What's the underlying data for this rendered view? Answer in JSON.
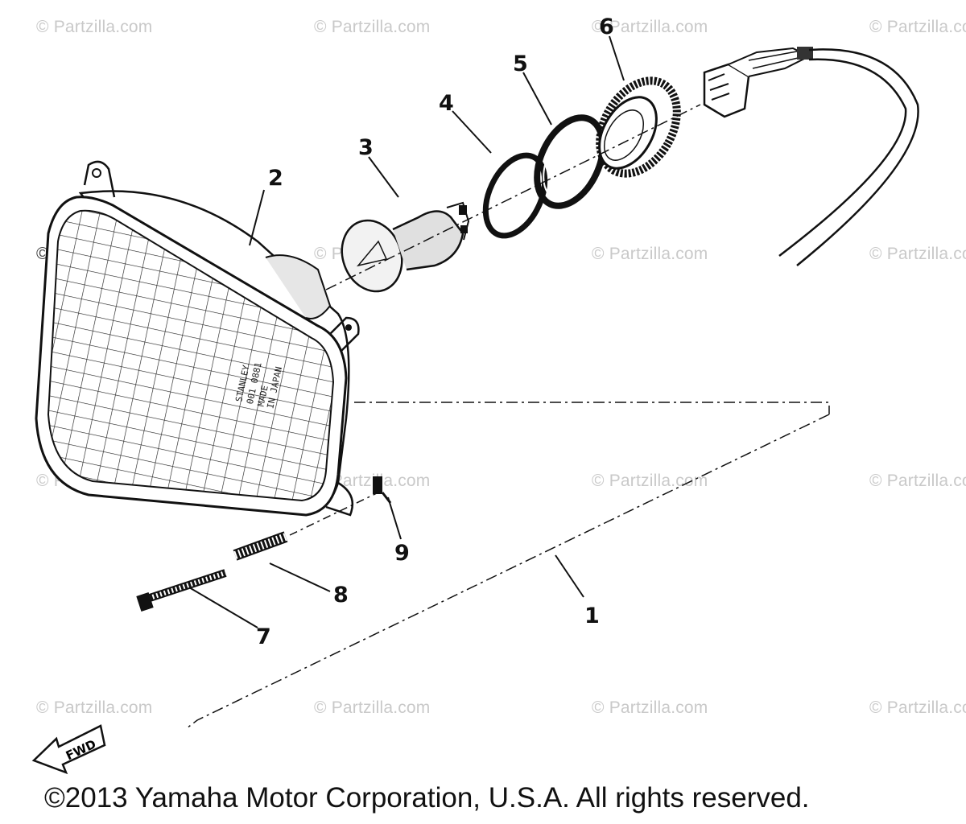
{
  "watermark": "© Partzilla.com",
  "callouts": [
    "1",
    "2",
    "3",
    "4",
    "5",
    "6",
    "7",
    "8",
    "9"
  ],
  "lens_marking": {
    "brand": "STANLEY",
    "part_no": "001 0881",
    "made_in_line1": "MADE",
    "made_in_line2": "IN JAPAN"
  },
  "fwd_label": "FWD",
  "copyright": "©2013 Yamaha Motor Corporation, U.S.A. All rights reserved."
}
